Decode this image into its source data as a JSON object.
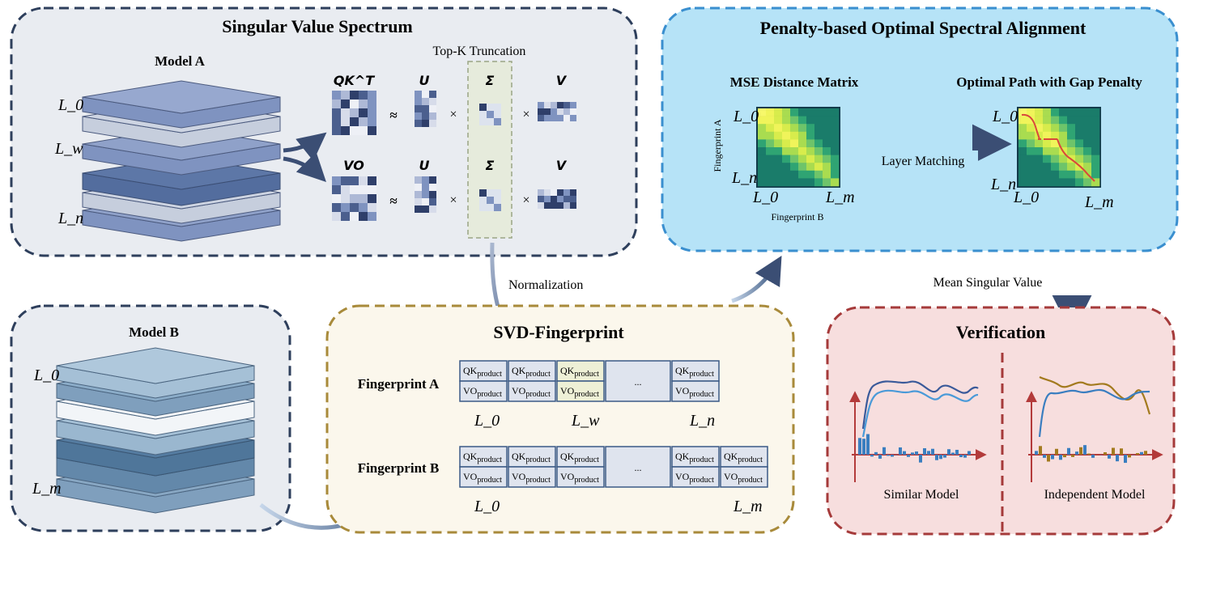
{
  "panels": {
    "svs": {
      "title": "Singular Value Spectrum"
    },
    "posa": {
      "title": "Penalty-based Optimal Spectral Alignment"
    },
    "modelb": {
      "title": "Model B"
    },
    "fp": {
      "title": "SVD-Fingerprint"
    },
    "ver": {
      "title": "Verification"
    }
  },
  "model_a": {
    "label": "Model A",
    "layer_labels": {
      "l0": "L_0",
      "lw": "L_w",
      "ln": "L_n"
    },
    "topk_label": "Top-K  Truncation",
    "qk_label": "QK^T",
    "vo_label": "VO",
    "u": "U",
    "sigma": "Σ",
    "v": "V",
    "approx": "≈",
    "times": "×"
  },
  "model_b": {
    "layer_labels": {
      "l0": "L_0",
      "lm": "L_m"
    }
  },
  "arrows": {
    "normalization": "Normalization",
    "layer_matching": "Layer Matching",
    "mean_sv": "Mean Singular Value"
  },
  "fingerprint": {
    "a_label": "Fingerprint A",
    "b_label": "Fingerprint B",
    "qk_cell": "QK",
    "vo_cell": "VO",
    "sub": "product",
    "ellipsis": "...",
    "a_ticks": [
      "L_0",
      "L_w",
      "L_n"
    ],
    "b_ticks": [
      "L_0",
      "L_m"
    ]
  },
  "alignment": {
    "mse_title": "MSE Distance Matrix",
    "path_title": "Optimal Path with Gap Penalty",
    "y_axis": "Fingerprint A",
    "x_axis": "Fingerprint B",
    "ticks": {
      "l0": "L_0",
      "ln": "L_n",
      "lm": "L_m"
    }
  },
  "verification": {
    "similar": "Similar Model",
    "independent": "Independent Model"
  },
  "colors": {
    "svs_bg": "#e9ecf1",
    "svs_border": "#2e3f5c",
    "posa_bg": "#b6e3f7",
    "posa_border": "#3a8fcf",
    "fp_bg": "#fbf7ec",
    "fp_border": "#a88a3a",
    "ver_bg": "#f7dede",
    "ver_border": "#a53a3a",
    "line_blue": "#3a7ec0",
    "line_gold": "#a37a1e"
  }
}
